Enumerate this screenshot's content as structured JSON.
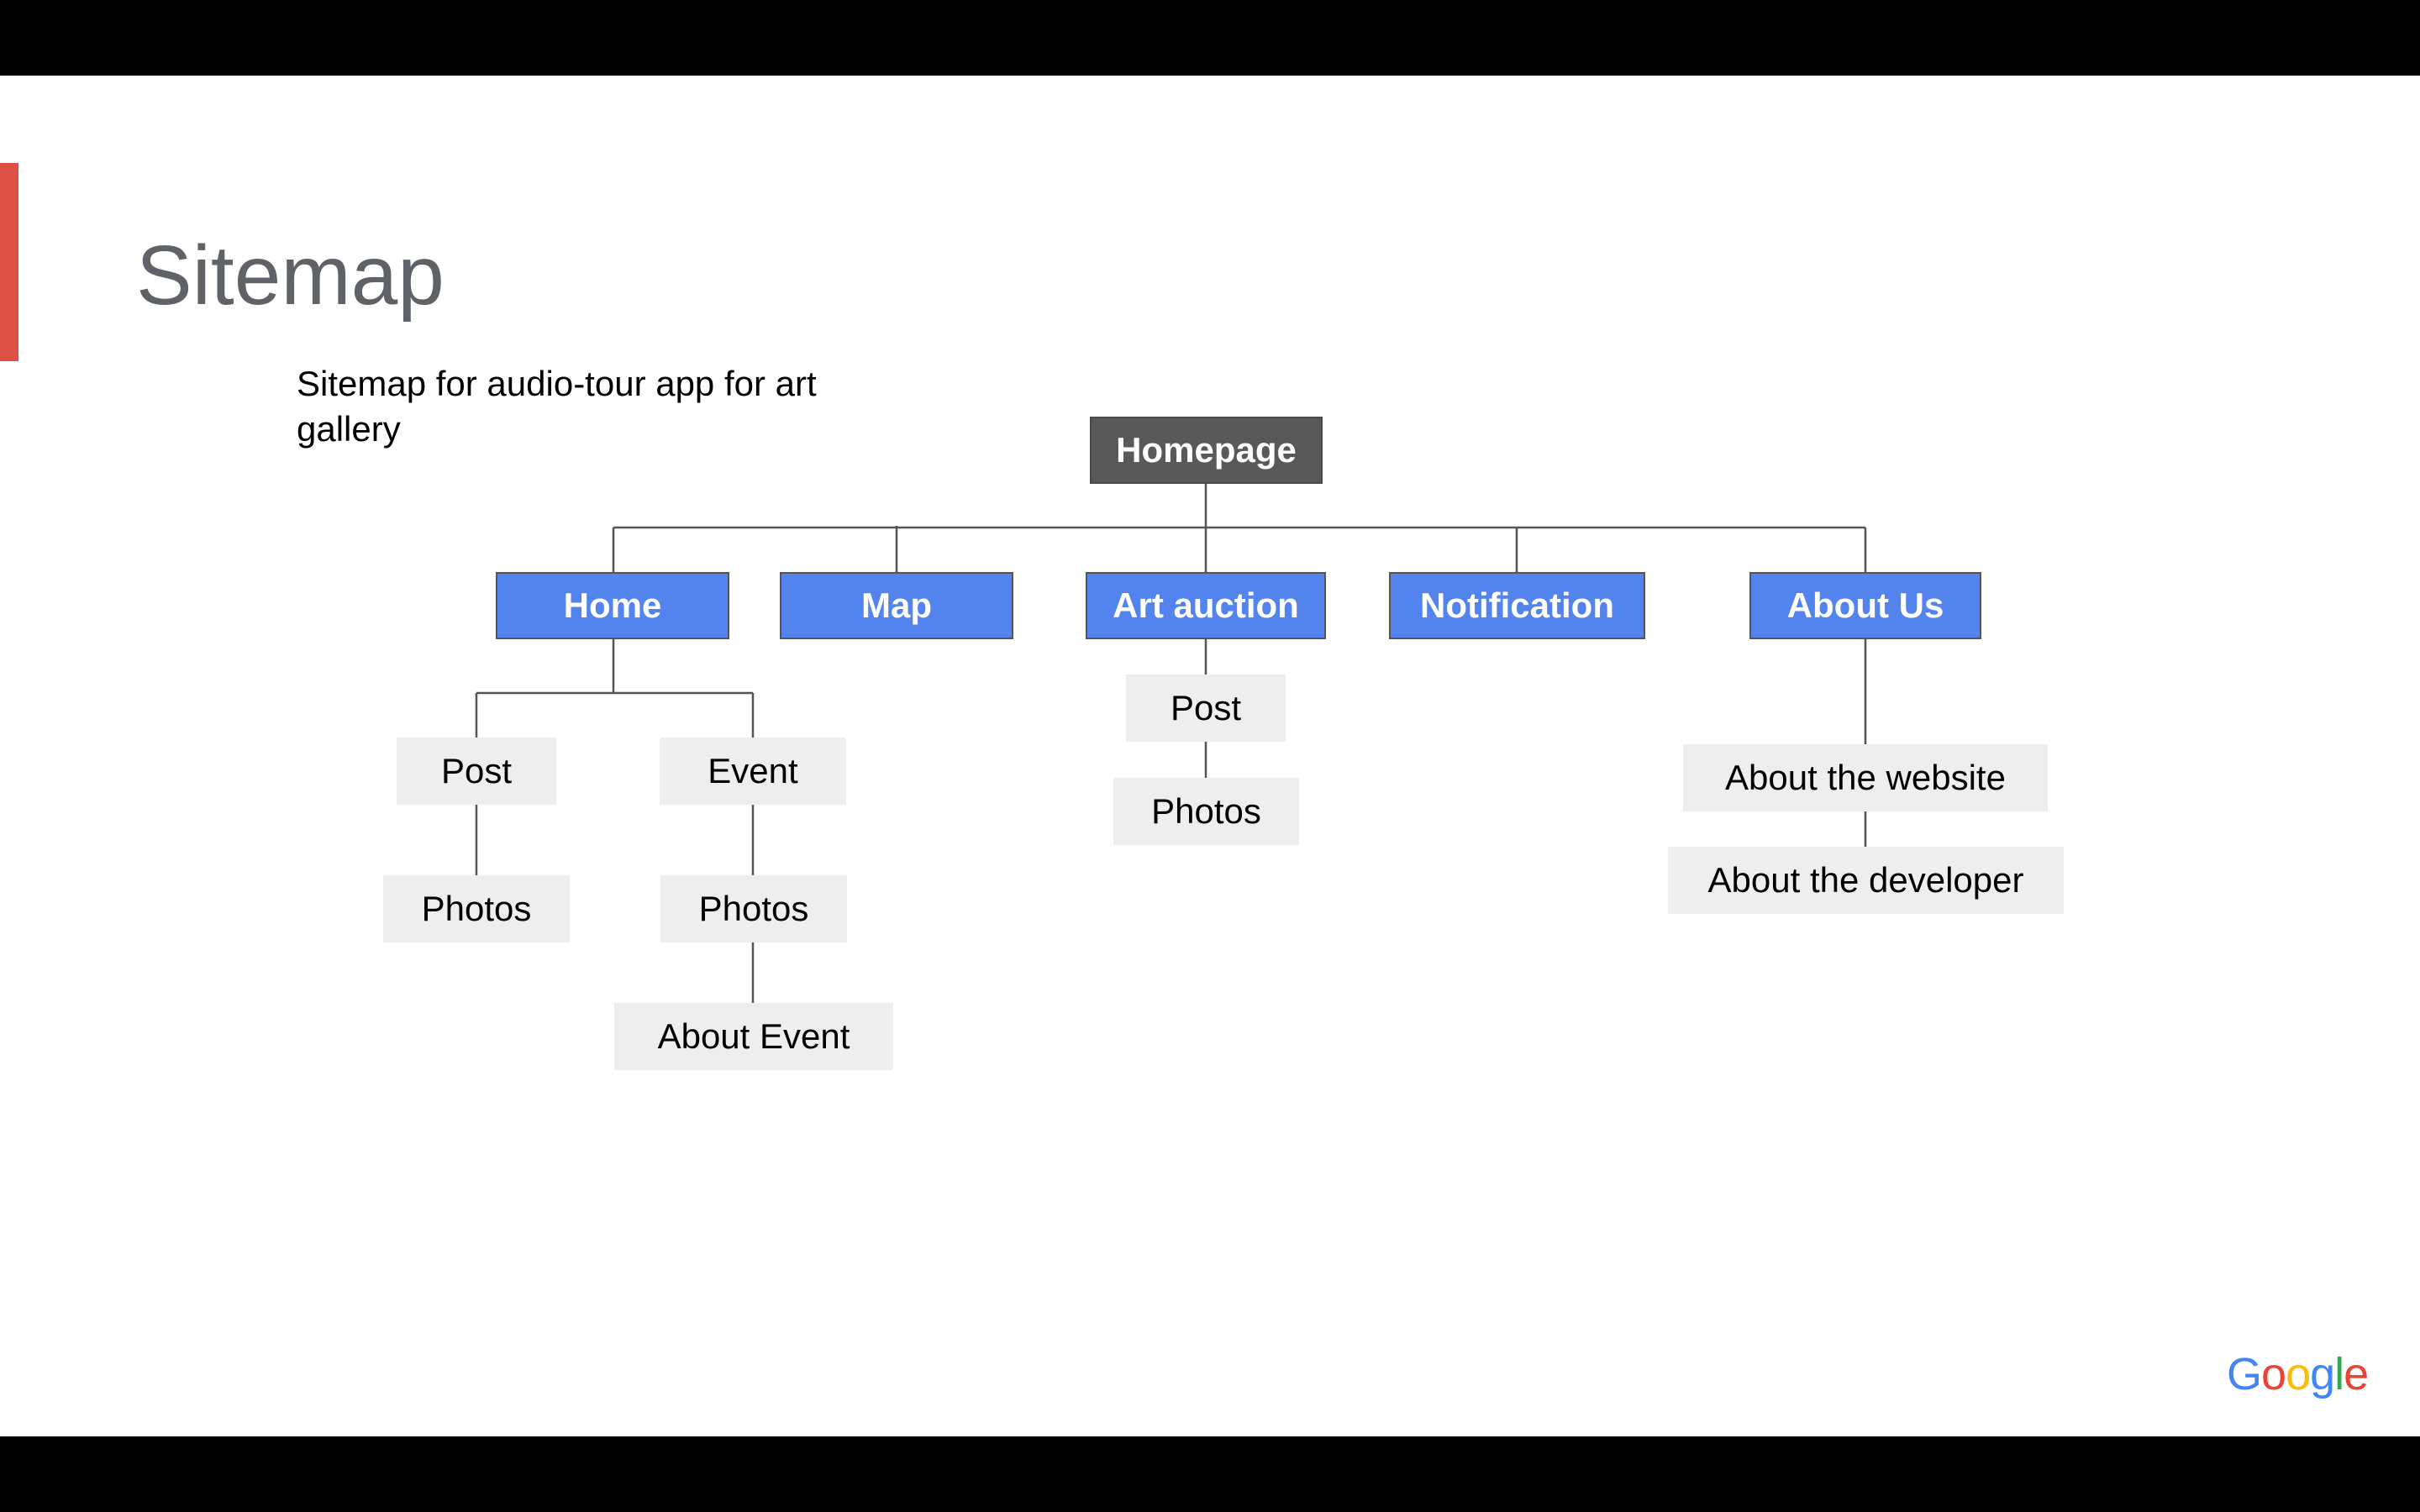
{
  "slide": {
    "title": "Sitemap",
    "subtitle": "Sitemap for audio-tour app for art gallery"
  },
  "diagram": {
    "root": "Homepage",
    "sections": {
      "home": "Home",
      "map": "Map",
      "art_auction": "Art auction",
      "notification": "Notification",
      "about_us": "About Us"
    },
    "home_children": {
      "post": "Post",
      "post_photos": "Photos",
      "event": "Event",
      "event_photos": "Photos",
      "about_event": "About Event"
    },
    "art_auction_children": {
      "post": "Post",
      "photos": "Photos"
    },
    "about_us_children": {
      "about_website": "About the website",
      "about_developer": "About the developer"
    }
  },
  "branding": {
    "logo_text": "Google",
    "logo_colors": [
      "#4285F4",
      "#EA4335",
      "#FBBC05",
      "#4285F4",
      "#34A853",
      "#EA4335"
    ],
    "accent_color": "#dd5144",
    "section_color": "#5383ec",
    "root_color": "#595959"
  }
}
